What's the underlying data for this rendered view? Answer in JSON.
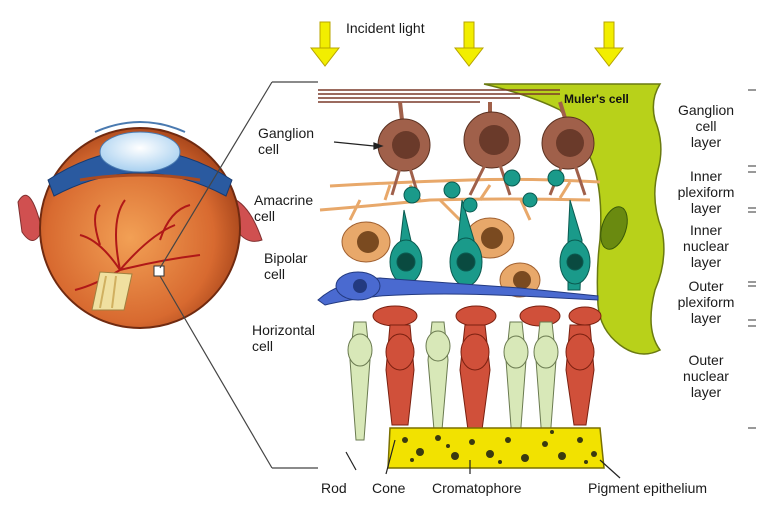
{
  "labels": {
    "incident_light": "Incident light",
    "muller_cell": "Muler's cell",
    "ganglion_cell": [
      "Ganglion",
      "cell"
    ],
    "amacrine_cell": [
      "Amacrine",
      "cell"
    ],
    "bipolar_cell": [
      "Bipolar",
      "cell"
    ],
    "horizontal_cell": [
      "Horizontal",
      "cell"
    ],
    "rod": "Rod",
    "cone": "Cone",
    "cromatophore": "Cromatophore",
    "pigment_epithelium": "Pigment epithelium"
  },
  "layers": [
    [
      "Ganglion",
      "cell",
      "layer"
    ],
    [
      "Inner",
      "plexiform",
      "layer"
    ],
    [
      "Inner",
      "nuclear",
      "layer"
    ],
    [
      "Outer",
      "plexiform",
      "layer"
    ],
    [
      "Outer",
      "nuclear",
      "layer"
    ]
  ],
  "colors": {
    "arrow": "#f2ee00",
    "muller": "#b8d11a",
    "ganglion": "#a0604a",
    "amacrine": "#e8a86a",
    "bipolar": "#1a9a8a",
    "horizontal": "#4a6ad0",
    "cone": "#d0503a",
    "rod": "#d8e8b8",
    "pigment": "#f2e200",
    "eye_sclera": "#e07840",
    "eye_iris": "#2a5aa0"
  },
  "icons": [
    "down-arrow-icon",
    "eye-cross-section-icon"
  ]
}
